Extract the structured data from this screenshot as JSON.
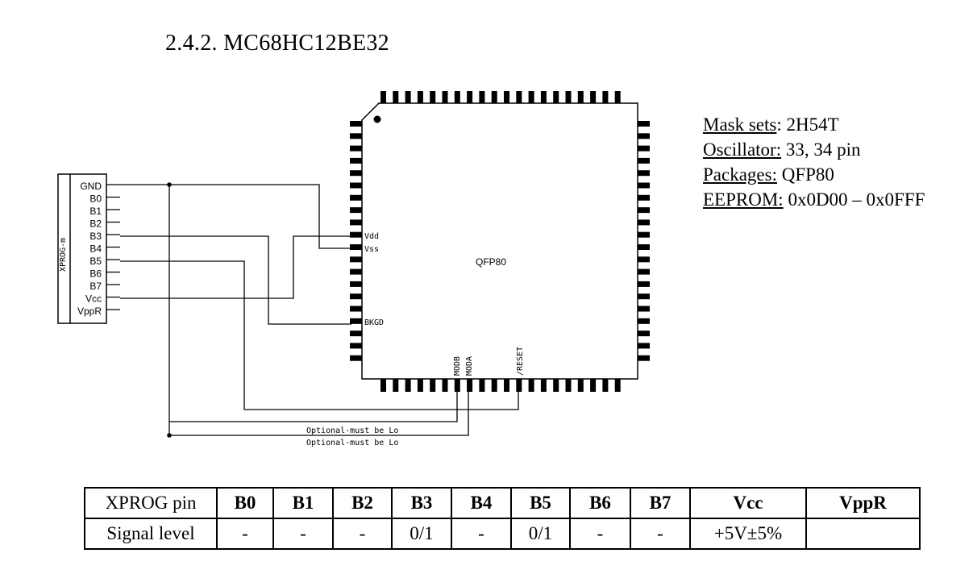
{
  "title": "2.4.2. MC68HC12BE32",
  "connector": {
    "name": "XPROG-m",
    "pins": [
      "GND",
      "B0",
      "B1",
      "B2",
      "B3",
      "B4",
      "B5",
      "B6",
      "B7",
      "Vcc",
      "VppR"
    ]
  },
  "chip": {
    "package_label": "QFP80",
    "pin_labels": {
      "vdd": "Vdd",
      "vss": "Vss",
      "bkgd": "BKGD",
      "modb": "MODB",
      "moda": "MODA",
      "reset": "/RESET"
    }
  },
  "notes": {
    "optional1": "Optional-must be Lo",
    "optional2": "Optional-must be Lo"
  },
  "info": [
    {
      "key": "Mask sets",
      "sep": ": ",
      "value": "2H54T"
    },
    {
      "key": "Oscillator:",
      "sep": " ",
      "value": "33, 34 pin"
    },
    {
      "key": "Packages:",
      "sep": " ",
      "value": "QFP80"
    },
    {
      "key": "EEPROM:",
      "sep": " ",
      "value": "0x0D00 – 0x0FFF"
    }
  ],
  "table": {
    "header": [
      "XPROG pin",
      "B0",
      "B1",
      "B2",
      "B3",
      "B4",
      "B5",
      "B6",
      "B7",
      "Vcc",
      "VppR"
    ],
    "row": [
      "Signal level",
      "-",
      "-",
      "-",
      "0/1",
      "-",
      "0/1",
      "-",
      "-",
      "+5V±5%",
      ""
    ]
  }
}
